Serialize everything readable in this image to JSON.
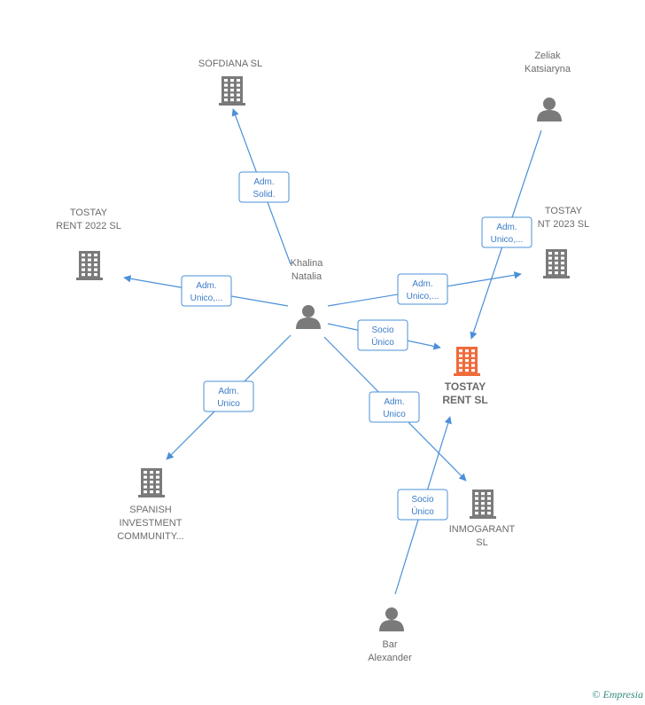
{
  "colors": {
    "edge": "#4a90d9",
    "node": "#7a7a7a",
    "main_node": "#f06a3a",
    "label": "#6b6b6b"
  },
  "nodes": [
    {
      "id": "khalina",
      "type": "person",
      "label": [
        "Khalina",
        "Natalia"
      ]
    },
    {
      "id": "zeliak",
      "type": "person",
      "label": [
        "Zeliak",
        "Katsiaryna"
      ]
    },
    {
      "id": "bar",
      "type": "person",
      "label": [
        "Bar",
        "Alexander"
      ]
    },
    {
      "id": "sofdiana",
      "type": "company",
      "label": [
        "SOFDIANA  SL"
      ]
    },
    {
      "id": "tostay2022",
      "type": "company",
      "label": [
        "TOSTAY",
        "RENT 2022  SL"
      ]
    },
    {
      "id": "tostay2023",
      "type": "company",
      "label": [
        "TOSTAY",
        "NT 2023  SL"
      ]
    },
    {
      "id": "tostayrent",
      "type": "company",
      "main": true,
      "label": [
        "TOSTAY",
        "RENT  SL"
      ]
    },
    {
      "id": "spanish",
      "type": "company",
      "label": [
        "SPANISH",
        "INVESTMENT",
        "COMMUNITY..."
      ]
    },
    {
      "id": "inmogarant",
      "type": "company",
      "label": [
        "INMOGARANT",
        "SL"
      ]
    }
  ],
  "edges": [
    {
      "from": "khalina",
      "to": "sofdiana",
      "role": [
        "Adm.",
        "Solid."
      ]
    },
    {
      "from": "khalina",
      "to": "tostay2022",
      "role": [
        "Adm.",
        "Unico,..."
      ]
    },
    {
      "from": "khalina",
      "to": "tostay2023",
      "role": [
        "Adm.",
        "Unico,..."
      ]
    },
    {
      "from": "khalina",
      "to": "tostayrent",
      "role": [
        "Socio",
        "Único"
      ]
    },
    {
      "from": "khalina",
      "to": "spanish",
      "role": [
        "Adm.",
        "Unico"
      ]
    },
    {
      "from": "khalina",
      "to": "inmogarant",
      "role": [
        "Adm.",
        "Unico"
      ]
    },
    {
      "from": "zeliak",
      "to": "tostayrent",
      "role": [
        "Adm.",
        "Unico,..."
      ]
    },
    {
      "from": "bar",
      "to": "tostayrent",
      "role": [
        "Socio",
        "Único"
      ]
    }
  ],
  "footer": {
    "copyright": "©",
    "brand": "Empresia"
  }
}
